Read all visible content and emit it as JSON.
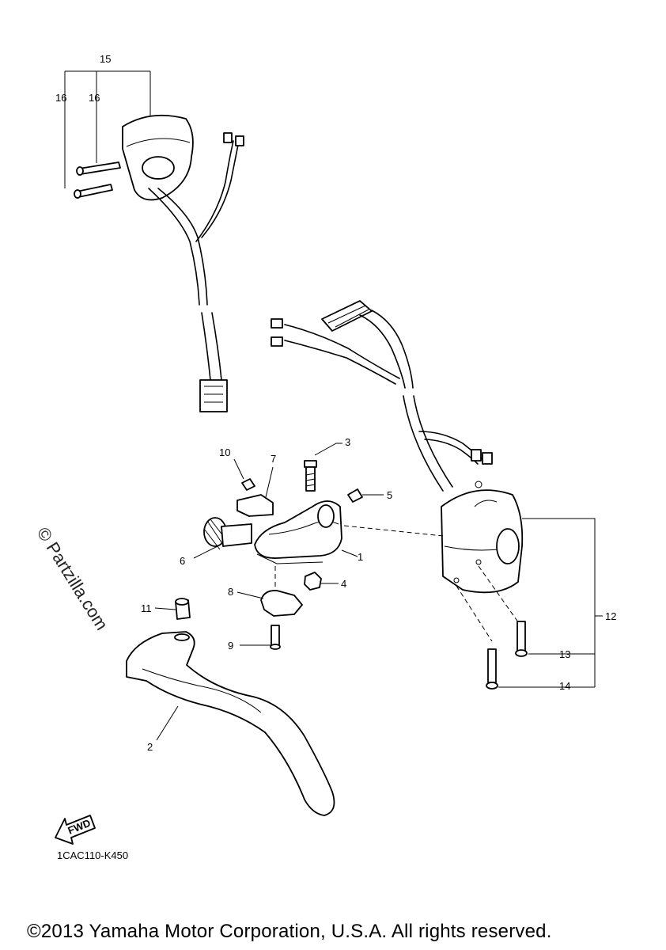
{
  "callouts": {
    "c1": "1",
    "c2": "2",
    "c3": "3",
    "c4": "4",
    "c5": "5",
    "c6": "6",
    "c7": "7",
    "c8": "8",
    "c9": "9",
    "c10": "10",
    "c11": "11",
    "c12": "12",
    "c13": "13",
    "c14": "14",
    "c15": "15",
    "c16a": "16",
    "c16b": "16"
  },
  "diagram_code": "1CAC110-K450",
  "fwd_label": "FWD",
  "watermark": "© Partzilla.com",
  "copyright": "©2013 Yamaha Motor Corporation, U.S.A. All rights reserved."
}
